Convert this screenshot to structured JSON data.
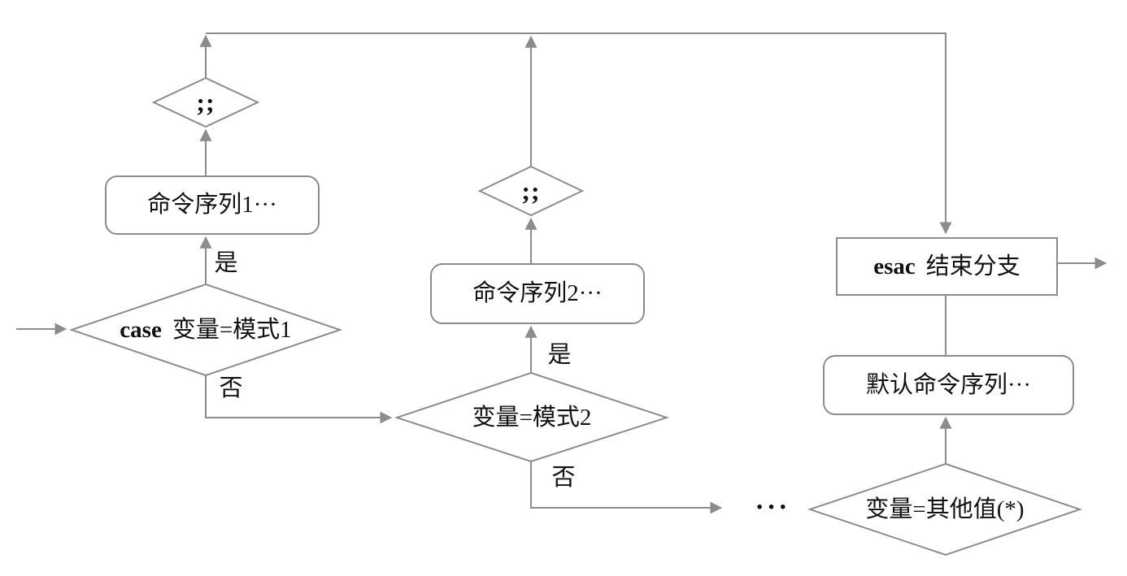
{
  "colors": {
    "line": "#8c8c8c",
    "text": "#111111",
    "background": "#ffffff"
  },
  "nodes": {
    "semi1": ";;",
    "seq1": "命令序列1···",
    "case1_keyword": "case",
    "case1_condition": "变量=模式1",
    "semi2": ";;",
    "seq2": "命令序列2···",
    "case2_condition": "变量=模式2",
    "ellipsis": "···",
    "other_condition": "变量=其他值(*)",
    "esac_keyword": "esac",
    "esac_label": "结束分支",
    "default_seq": "默认命令序列···"
  },
  "edge_labels": {
    "yes1": "是",
    "no1": "否",
    "yes2": "是",
    "no2": "否"
  }
}
